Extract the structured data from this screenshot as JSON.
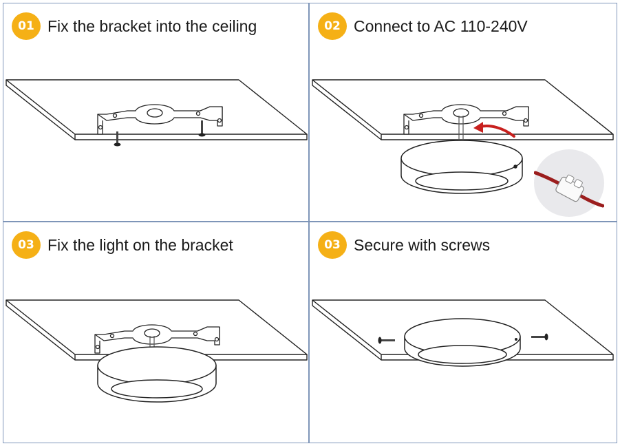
{
  "steps": [
    {
      "number": "01",
      "title": "Fix the bracket into the ceiling"
    },
    {
      "number": "02",
      "title": "Connect to AC 110-240V"
    },
    {
      "number": "03",
      "title": "Fix the light on the bracket"
    },
    {
      "number": "03",
      "title": "Secure with screws"
    }
  ],
  "colors": {
    "badge": "#f5b016",
    "border": "#7e95b8",
    "arrow": "#c8201e",
    "wire": "#9b1d1d"
  },
  "icons": [
    "ceiling-plate",
    "mounting-bracket",
    "screw-icon",
    "round-panel-light",
    "insertion-arrow-icon",
    "wire-connector-icon"
  ]
}
